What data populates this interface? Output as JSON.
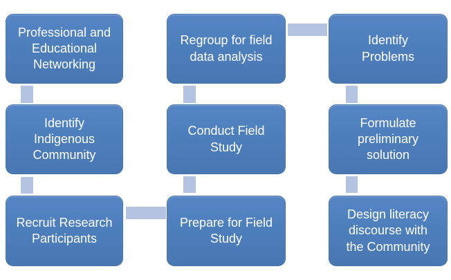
{
  "diagram": {
    "type": "bending-process-flow",
    "colors": {
      "step_fill": "#4e80bd",
      "step_text": "#ffffff",
      "connector": "#b4c3e1",
      "background": "#ffffff"
    },
    "steps": [
      {
        "id": "professional-educational-networking",
        "label": "Professional and\nEducational\nNetworking"
      },
      {
        "id": "identify-indigenous-community",
        "label": "Identify\nIndigenous\nCommunity"
      },
      {
        "id": "recruit-research-participants",
        "label": "Recruit Research\nParticipants"
      },
      {
        "id": "prepare-for-field-study",
        "label": "Prepare for Field\nStudy"
      },
      {
        "id": "conduct-field-study",
        "label": "Conduct Field\nStudy"
      },
      {
        "id": "regroup-for-field-data-analysis",
        "label": "Regroup for field\ndata analysis"
      },
      {
        "id": "identify-problems",
        "label": "Identify\nProblems"
      },
      {
        "id": "formulate-preliminary-solution",
        "label": "Formulate\npreliminary\nsolution"
      },
      {
        "id": "design-literacy-discourse",
        "label": "Design literacy\ndiscourse with\nthe Community"
      }
    ],
    "connections": [
      {
        "from": "professional-educational-networking",
        "to": "identify-indigenous-community"
      },
      {
        "from": "identify-indigenous-community",
        "to": "recruit-research-participants"
      },
      {
        "from": "recruit-research-participants",
        "to": "prepare-for-field-study"
      },
      {
        "from": "prepare-for-field-study",
        "to": "conduct-field-study"
      },
      {
        "from": "conduct-field-study",
        "to": "regroup-for-field-data-analysis"
      },
      {
        "from": "regroup-for-field-data-analysis",
        "to": "identify-problems"
      },
      {
        "from": "identify-problems",
        "to": "formulate-preliminary-solution"
      },
      {
        "from": "formulate-preliminary-solution",
        "to": "design-literacy-discourse"
      }
    ]
  }
}
